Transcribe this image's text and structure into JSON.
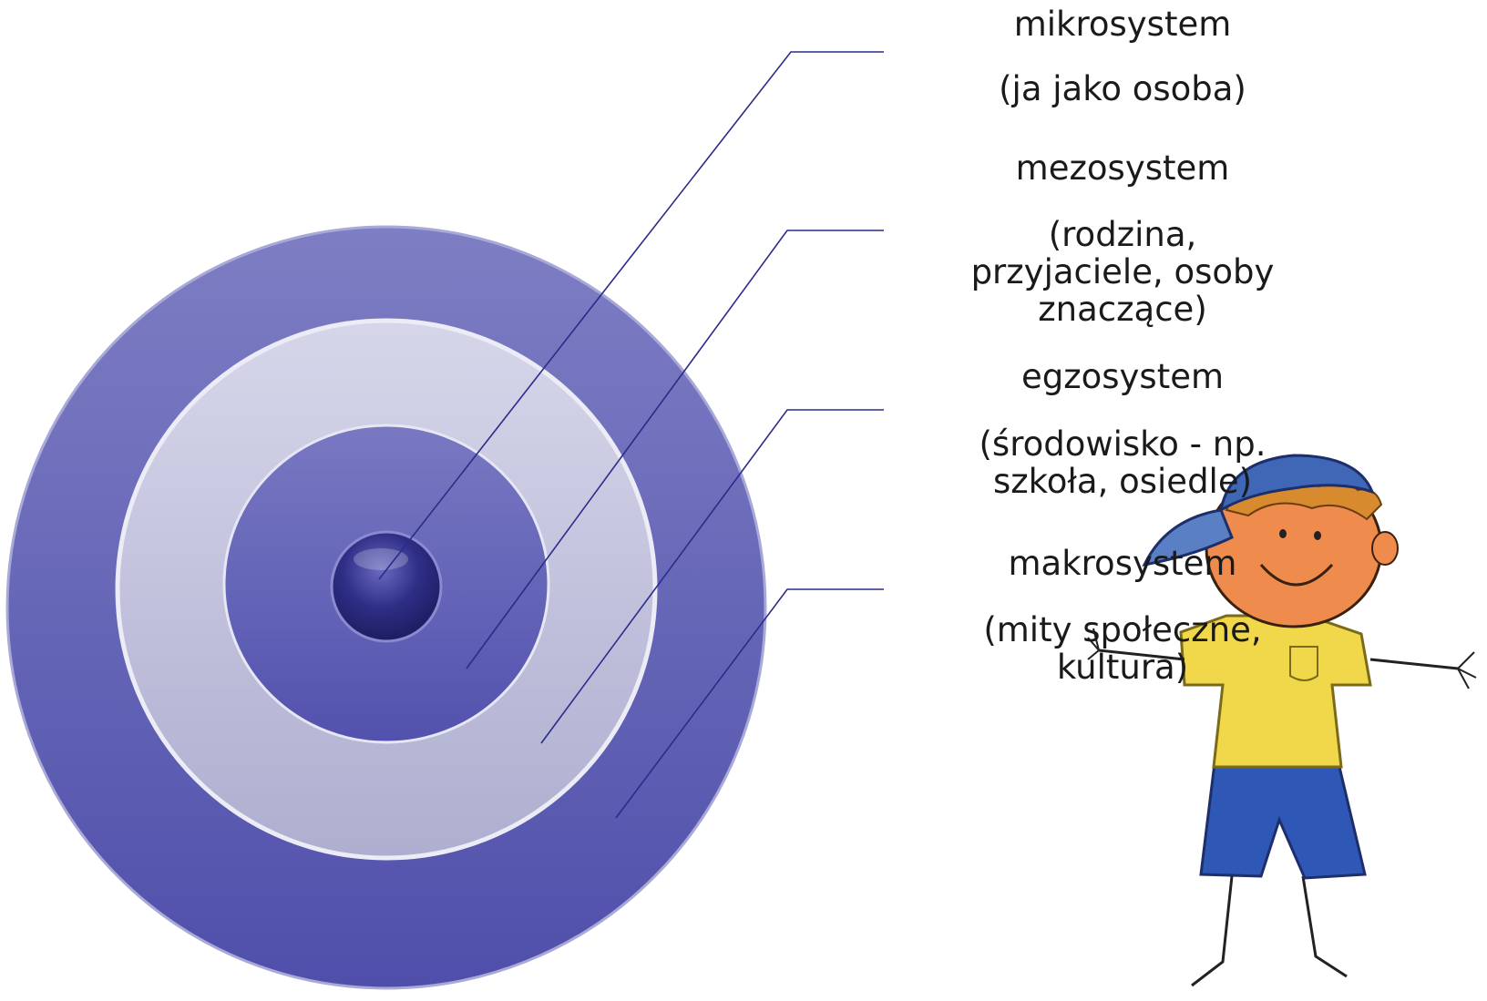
{
  "rings": [
    {
      "title": "mikrosystem",
      "desc": "(ja jako osoba)"
    },
    {
      "title": "mezosystem",
      "desc": "(rodzina,\nprzyjaciele, osoby\nznaczące)"
    },
    {
      "title": "egzosystem",
      "desc": "(środowisko - np.\nszkoła, osiedle)"
    },
    {
      "title": "makrosystem",
      "desc": "(mity społeczne,\nkultura)"
    }
  ],
  "colors": {
    "outer_ring": "#5a5ab4",
    "light_ring": "#c4c4de",
    "middle_ring": "#5c5cb6",
    "center": "#24246e",
    "leader_line": "#2b2b8a"
  },
  "illustration": "child-drawing-icon"
}
